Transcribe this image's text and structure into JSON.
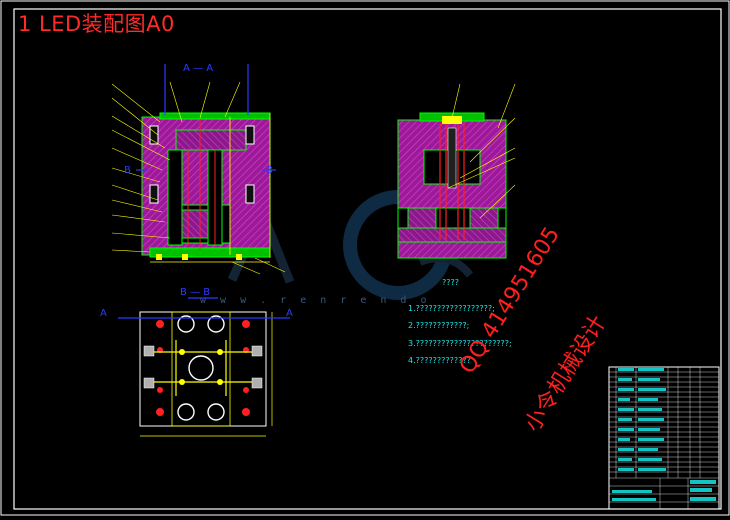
{
  "title": "1   LED装配图A0",
  "section_labels": {
    "aa_top": "A — A",
    "bb_top": "B — B",
    "a_left": "A",
    "a_right": "A",
    "b_left": "B",
    "b_right": "B"
  },
  "notes": {
    "heading": "????",
    "items": [
      "1.??????????????????;",
      "2.????????????;",
      "3.??????????????????????;",
      "4.?????????????"
    ]
  },
  "watermark": {
    "url": "w w w . r e n r e n d o",
    "qq": "QQ 414951605",
    "cn": "小令机械设计"
  },
  "colors": {
    "background": "#000000",
    "frame": "#ffffff",
    "mold_hatch": "#b01aa0",
    "mold_outline": "#00ff00",
    "parts": "#ff2020",
    "dimension": "#ffff00",
    "leader": "#ffff00",
    "notes": "#19e6e6",
    "section_label": "#2b3bff",
    "title": "#ff2a2a"
  }
}
